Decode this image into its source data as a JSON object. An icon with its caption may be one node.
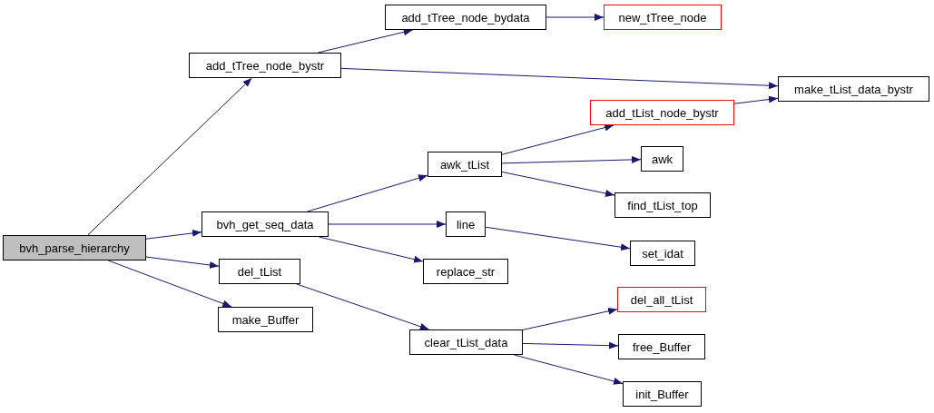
{
  "diagram": {
    "nodes": [
      {
        "text": [
          "bvh_parse_hierarchy"
        ]
      },
      {
        "text": [
          "add_tTree_node_bystr"
        ]
      },
      {
        "text": [
          "add_tTree_node_bydata"
        ]
      },
      {
        "text": [
          "new_tTree_node"
        ]
      },
      {
        "text": [
          "make_tList_data_bystr"
        ]
      },
      {
        "text": [
          "bvh_get_seq_data"
        ]
      },
      {
        "text": [
          "awk_tList"
        ]
      },
      {
        "text": [
          "add_tList_node_bystr"
        ]
      },
      {
        "text": [
          "awk"
        ]
      },
      {
        "text": [
          "find_tList_top"
        ]
      },
      {
        "text": [
          "line"
        ]
      },
      {
        "text": [
          "set_idat"
        ]
      },
      {
        "text": [
          "replace_str"
        ]
      },
      {
        "text": [
          "del_tList"
        ]
      },
      {
        "text": [
          "make_Buffer"
        ]
      },
      {
        "text": [
          "clear_tList_data"
        ]
      },
      {
        "text": [
          "del_all_tList"
        ]
      },
      {
        "text": [
          "free_Buffer"
        ]
      },
      {
        "text": [
          "init_Buffer"
        ]
      }
    ],
    "edges": [
      {
        "from": 0,
        "to": 1,
        "arrow": "to"
      },
      {
        "from": 0,
        "to": 5,
        "arrow": "to"
      },
      {
        "from": 0,
        "to": 13,
        "arrow": "to"
      },
      {
        "from": 0,
        "to": 14,
        "arrow": "to"
      },
      {
        "from": 1,
        "to": 2,
        "arrow": "to"
      },
      {
        "from": 1,
        "to": 4,
        "arrow": "to"
      },
      {
        "from": 2,
        "to": 3,
        "arrow": "to"
      },
      {
        "from": 5,
        "to": 6,
        "arrow": "to"
      },
      {
        "from": 5,
        "to": 10,
        "arrow": "to"
      },
      {
        "from": 5,
        "to": 12,
        "arrow": "to"
      },
      {
        "from": 6,
        "to": 7,
        "arrow": "to"
      },
      {
        "from": 6,
        "to": 8,
        "arrow": "to"
      },
      {
        "from": 6,
        "to": 9,
        "arrow": "to"
      },
      {
        "from": 7,
        "to": 4,
        "arrow": "to"
      },
      {
        "from": 10,
        "to": 11,
        "arrow": "to"
      },
      {
        "from": 13,
        "to": 15,
        "arrow": "to"
      },
      {
        "from": 15,
        "to": 16,
        "arrow": "to"
      },
      {
        "from": 15,
        "to": 17,
        "arrow": "to"
      },
      {
        "from": 15,
        "to": 18,
        "arrow": "to"
      }
    ]
  }
}
